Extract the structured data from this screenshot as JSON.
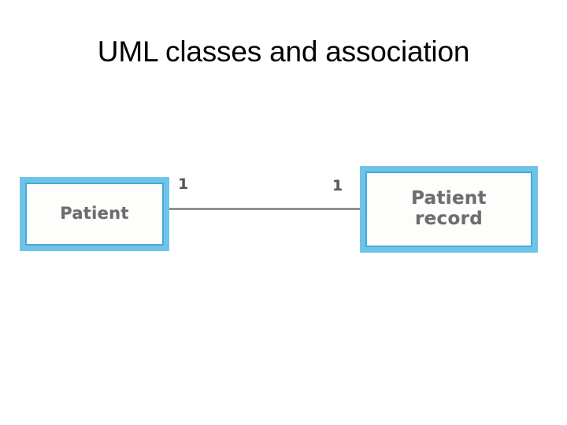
{
  "slide": {
    "title": "UML classes and association",
    "background_color": "#ffffff"
  },
  "diagram": {
    "type": "uml-class-diagram",
    "classes": [
      {
        "id": "patient",
        "name": "Patient",
        "border_color": "#6ec4e8",
        "fill_color": "#fdfdfc",
        "text_color": "#6d6d6d"
      },
      {
        "id": "patient-record",
        "name": "Patient record",
        "name_line_1": "Patient",
        "name_line_2": "record",
        "border_color": "#6ec4e8",
        "fill_color": "#fdfdfc",
        "text_color": "#6d6d6d"
      }
    ],
    "association": {
      "kind": "association",
      "line_color": "#919191",
      "source_multiplicity": "1",
      "target_multiplicity": "1"
    }
  }
}
